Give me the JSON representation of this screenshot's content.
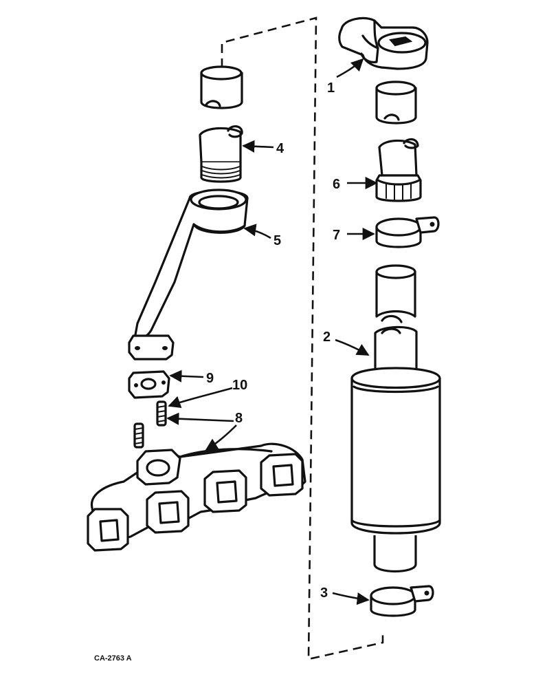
{
  "diagram": {
    "reference_code": "CA-2763 A",
    "callouts": [
      {
        "id": "1",
        "text": "1"
      },
      {
        "id": "2",
        "text": "2"
      },
      {
        "id": "3",
        "text": "3"
      },
      {
        "id": "4",
        "text": "4"
      },
      {
        "id": "5",
        "text": "5"
      },
      {
        "id": "6",
        "text": "6"
      },
      {
        "id": "7",
        "text": "7"
      },
      {
        "id": "8",
        "text": "8"
      },
      {
        "id": "9",
        "text": "9"
      },
      {
        "id": "10",
        "text": "10"
      }
    ]
  }
}
